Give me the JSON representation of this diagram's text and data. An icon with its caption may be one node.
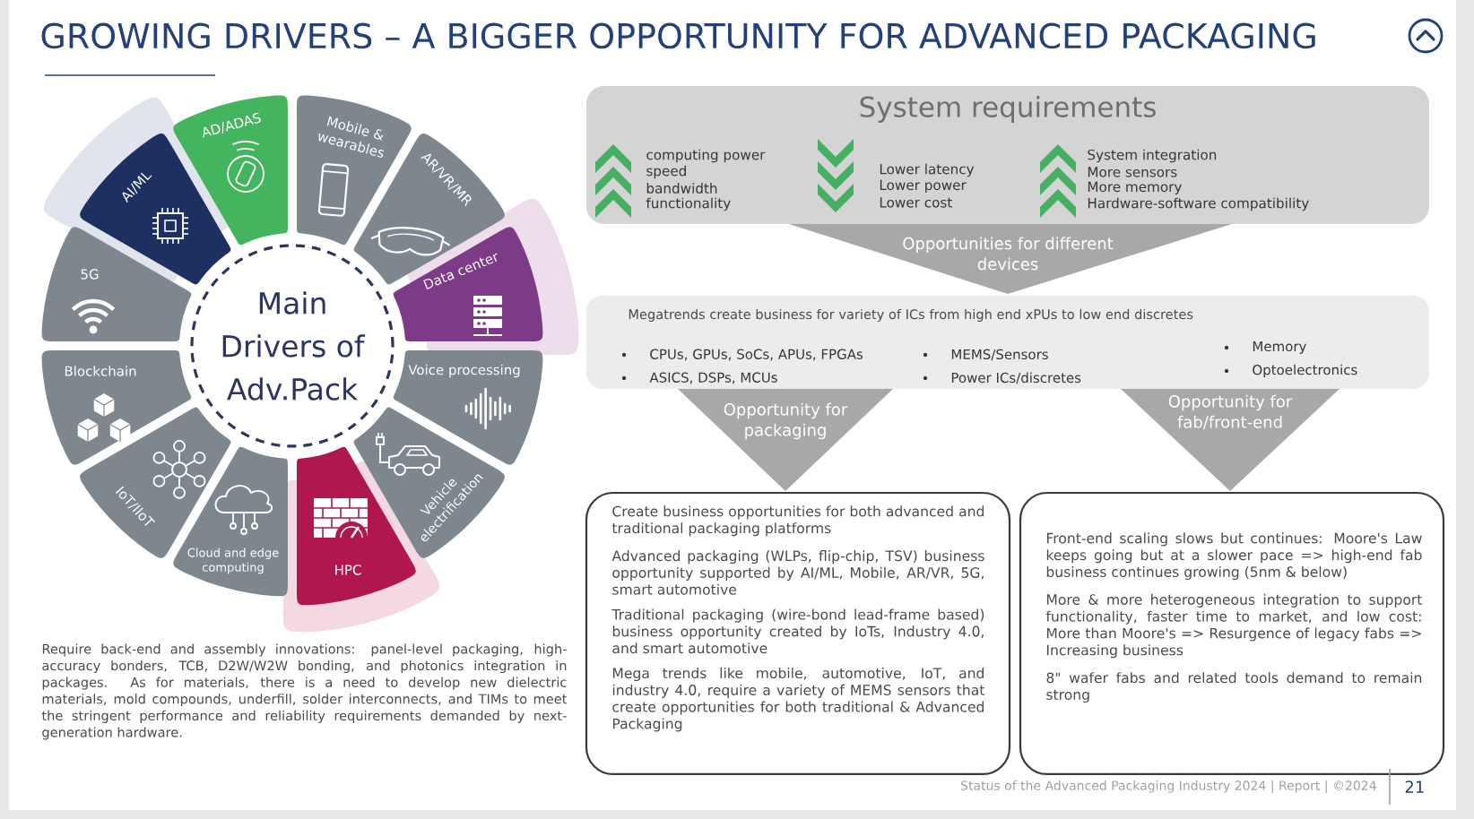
{
  "diagram": {
    "title": "GROWING DRIVERS – A BIGGER OPPORTUNITY FOR ADVANCED PACKAGING",
    "nodes": [
      {
        "text": [
          "Main Drivers of Adv.Pack"
        ]
      },
      {
        "text": [
          "AD/ADAS"
        ]
      },
      {
        "text": [
          "Mobile & wearables"
        ]
      },
      {
        "text": [
          "AR/VR/MR"
        ]
      },
      {
        "text": [
          "Data center"
        ]
      },
      {
        "text": [
          "Voice processing"
        ]
      },
      {
        "text": [
          "Vehicle electrification"
        ]
      },
      {
        "text": [
          "HPC"
        ]
      },
      {
        "text": [
          "Cloud and edge computing"
        ]
      },
      {
        "text": [
          "IoT/IIoT"
        ]
      },
      {
        "text": [
          "Blockchain"
        ]
      },
      {
        "text": [
          "5G"
        ]
      },
      {
        "text": [
          "AI/ML"
        ]
      },
      {
        "text": [
          "System requirements",
          "computing power",
          "speed",
          "bandwidth",
          "functionality",
          "Lower latency",
          "Lower power",
          "Lower cost",
          "System integration",
          "More sensors",
          "More memory",
          "Hardware-software compatibility"
        ]
      },
      {
        "text": [
          "Opportunities for different devices"
        ]
      },
      {
        "text": [
          "Megatrends create business for variety of ICs from high end xPUs to low end discretes",
          "CPUs, GPUs, SoCs, APUs, FPGAs",
          "ASICS, DSPs, MCUs",
          "MEMS/Sensors",
          "Power ICs/discretes",
          "Memory",
          "Optoelectronics"
        ]
      },
      {
        "text": [
          "Opportunity for packaging"
        ]
      },
      {
        "text": [
          "Opportunity for fab/front-end"
        ]
      },
      {
        "text": [
          "Create business opportunities for both advanced and traditional packaging platforms",
          "Advanced packaging (WLPs, flip-chip, TSV) business opportunity supported by AI/ML, Mobile, AR/VR, 5G, smart automotive",
          "Traditional packaging (wire-bond lead-frame based) business opportunity created by IoTs, Industry 4.0, and smart automotive",
          "Mega trends like mobile, automotive, IoT, and industry 4.0, require a variety of MEMS sensors that create opportunities for both traditional & Advanced Packaging"
        ]
      },
      {
        "text": [
          "Front-end scaling slows but continues: Moore's Law keeps going but at a slower pace => high-end fab business continues growing (5nm & below)",
          "More & more heterogeneous integration to support functionality, faster time to market, and low cost: More than Moore's => Resurgence of legacy fabs => Increasing business",
          "8\" wafer fabs and related tools demand to remain strong"
        ]
      }
    ],
    "labels": [
      "Require back-end and assembly innovations: panel-level packaging, high-accuracy bonders, TCB, D2W/W2W bonding, and photonics integration in packages. As for materials, there is a need to develop new dielectric materials, mold compounds, underfill, solder interconnects, and TIMs to meet the stringent performance and reliability requirements demanded by next-generation hardware.",
      "Status of the Advanced Packaging Industry 2024 | Report | ©2024",
      "21"
    ]
  }
}
